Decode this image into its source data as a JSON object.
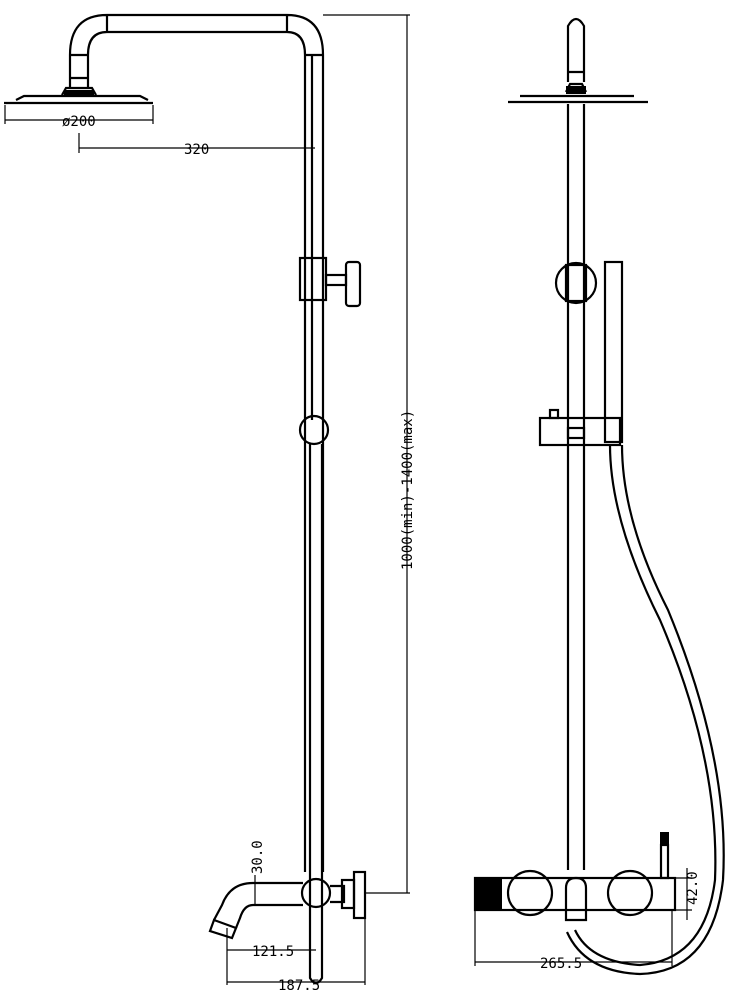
{
  "front_view": {
    "head_diameter": "ø200",
    "arm_reach": "320",
    "height_range": "1000(min)-1400(max)",
    "spout_height": "30.0",
    "spout_to_center": "121.5",
    "total_depth": "187.5"
  },
  "side_view": {
    "mixer_height": "42.0",
    "mixer_width": "265.5"
  }
}
